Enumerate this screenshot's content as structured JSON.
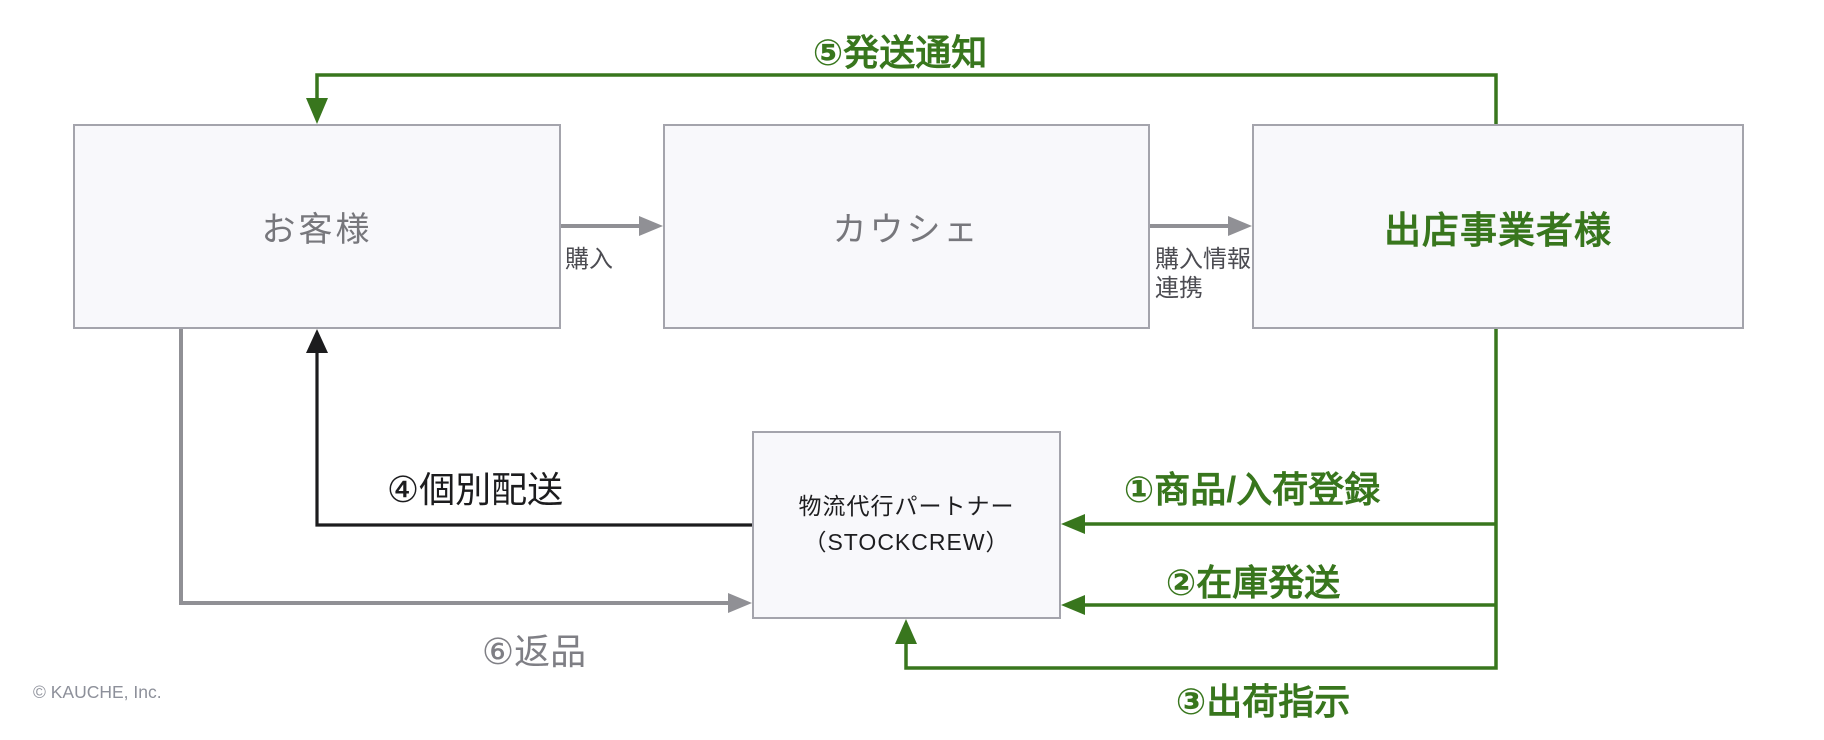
{
  "colors": {
    "accent_green": "#38761d",
    "arrow_gray": "#909095",
    "node_text_gray": "#77777c",
    "node_fill": "#f8f8fb",
    "node_border": "#a4a4ac",
    "black": "#1c1c1e"
  },
  "nodes": {
    "customer": {
      "label": "お客様"
    },
    "kauche": {
      "label": "カウシェ"
    },
    "merchant": {
      "label": "出店事業者様"
    },
    "logistics": {
      "line1": "物流代行パートナー",
      "line2": "（STOCKCREW）"
    }
  },
  "edges": {
    "step5": {
      "label": "⑤発送通知"
    },
    "purchase": {
      "label": "購入"
    },
    "purchase_info": {
      "line1": "購入情報",
      "line2": "連携"
    },
    "step1": {
      "label": "①商品/入荷登録"
    },
    "step2": {
      "label": "②在庫発送"
    },
    "step3": {
      "label": "③出荷指示"
    },
    "step4": {
      "label": "④個別配送"
    },
    "step6": {
      "label": "⑥返品"
    }
  },
  "footer": {
    "copyright": "© KAUCHE, Inc."
  }
}
